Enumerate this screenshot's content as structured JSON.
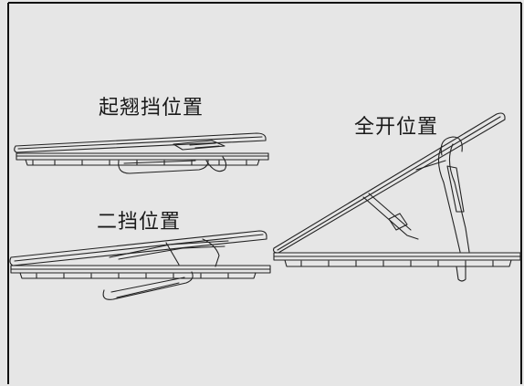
{
  "labels": {
    "lift_position": "起翘挡位置",
    "second_position": "二挡位置",
    "full_open_position": "全开位置"
  }
}
